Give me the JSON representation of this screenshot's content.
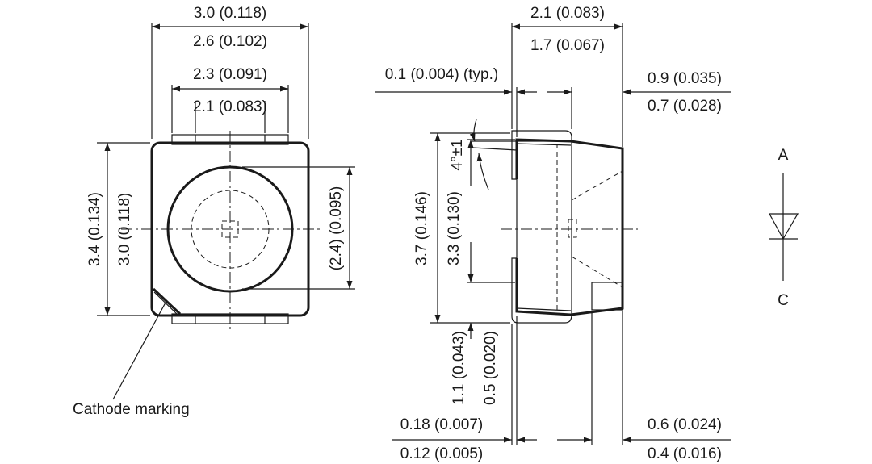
{
  "top_view": {
    "width_outer": "3.0 (0.118)",
    "width_body": "2.6 (0.102)",
    "pad_outer": "2.3 (0.091)",
    "pad_inner": "2.1 (0.083)",
    "height_outer": "3.4 (0.134)",
    "height_body": "3.0 (0.118)",
    "lens_diameter": "(2.4) (0.095)",
    "cathode_label": "Cathode marking"
  },
  "side_view": {
    "depth_outer": "2.1 (0.083)",
    "depth_body": "1.7 (0.067)",
    "lead_offset": "0.1 (0.004) (typ.)",
    "top_max": "0.9 (0.035)",
    "top_min": "0.7 (0.028)",
    "angle": "4°±1",
    "height_outer": "3.7 (0.146)",
    "height_body": "3.3 (0.130)",
    "lead_len": "1.1 (0.043)",
    "lead_min": "0.5 (0.020)",
    "bottom_left_max": "0.18 (0.007)",
    "bottom_left_min": "0.12 (0.005)",
    "bottom_right_max": "0.6 (0.024)",
    "bottom_right_min": "0.4 (0.016)"
  },
  "schematic": {
    "anode": "A",
    "cathode": "C"
  },
  "colors": {
    "ink": "#1a1a1a",
    "background": "#ffffff"
  }
}
